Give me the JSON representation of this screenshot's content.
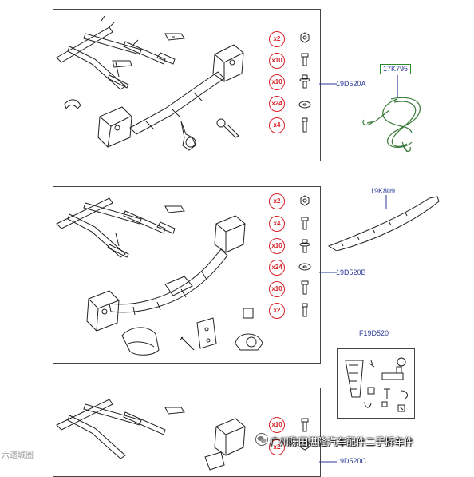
{
  "assemblies": [
    {
      "label": "19D520A",
      "fasteners": [
        {
          "qty": "x2",
          "icon": "nut-icon"
        },
        {
          "qty": "x10",
          "icon": "bolt-icon"
        },
        {
          "qty": "x10",
          "icon": "flange-bolt-icon"
        },
        {
          "qty": "x24",
          "icon": "washer-icon"
        },
        {
          "qty": "x4",
          "icon": "long-bolt-icon"
        }
      ]
    },
    {
      "label": "19D520B",
      "fasteners": [
        {
          "qty": "x2",
          "icon": "nut-icon"
        },
        {
          "qty": "x4",
          "icon": "bolt-icon"
        },
        {
          "qty": "x10",
          "icon": "flange-bolt-icon"
        },
        {
          "qty": "x24",
          "icon": "washer-icon"
        },
        {
          "qty": "x10",
          "icon": "bolt-icon"
        },
        {
          "qty": "x2",
          "icon": "long-bolt-icon"
        }
      ]
    },
    {
      "label": "19D520C",
      "fasteners": [
        {
          "qty": "x10",
          "icon": "bolt-icon"
        },
        {
          "qty": "x2",
          "icon": "nut-icon"
        }
      ]
    }
  ],
  "side_parts": {
    "tow_rope": "17K795",
    "trim_strip": "19K809",
    "hitch_kit": "F19D520"
  },
  "watermarks": {
    "left": "六遗城圈",
    "right": "广州陈田湛隆汽车配件二手拆车件"
  },
  "colors": {
    "qty_red": "#d6232a",
    "label_blue": "#2b3a9b",
    "box_green": "#2a8a2a"
  }
}
